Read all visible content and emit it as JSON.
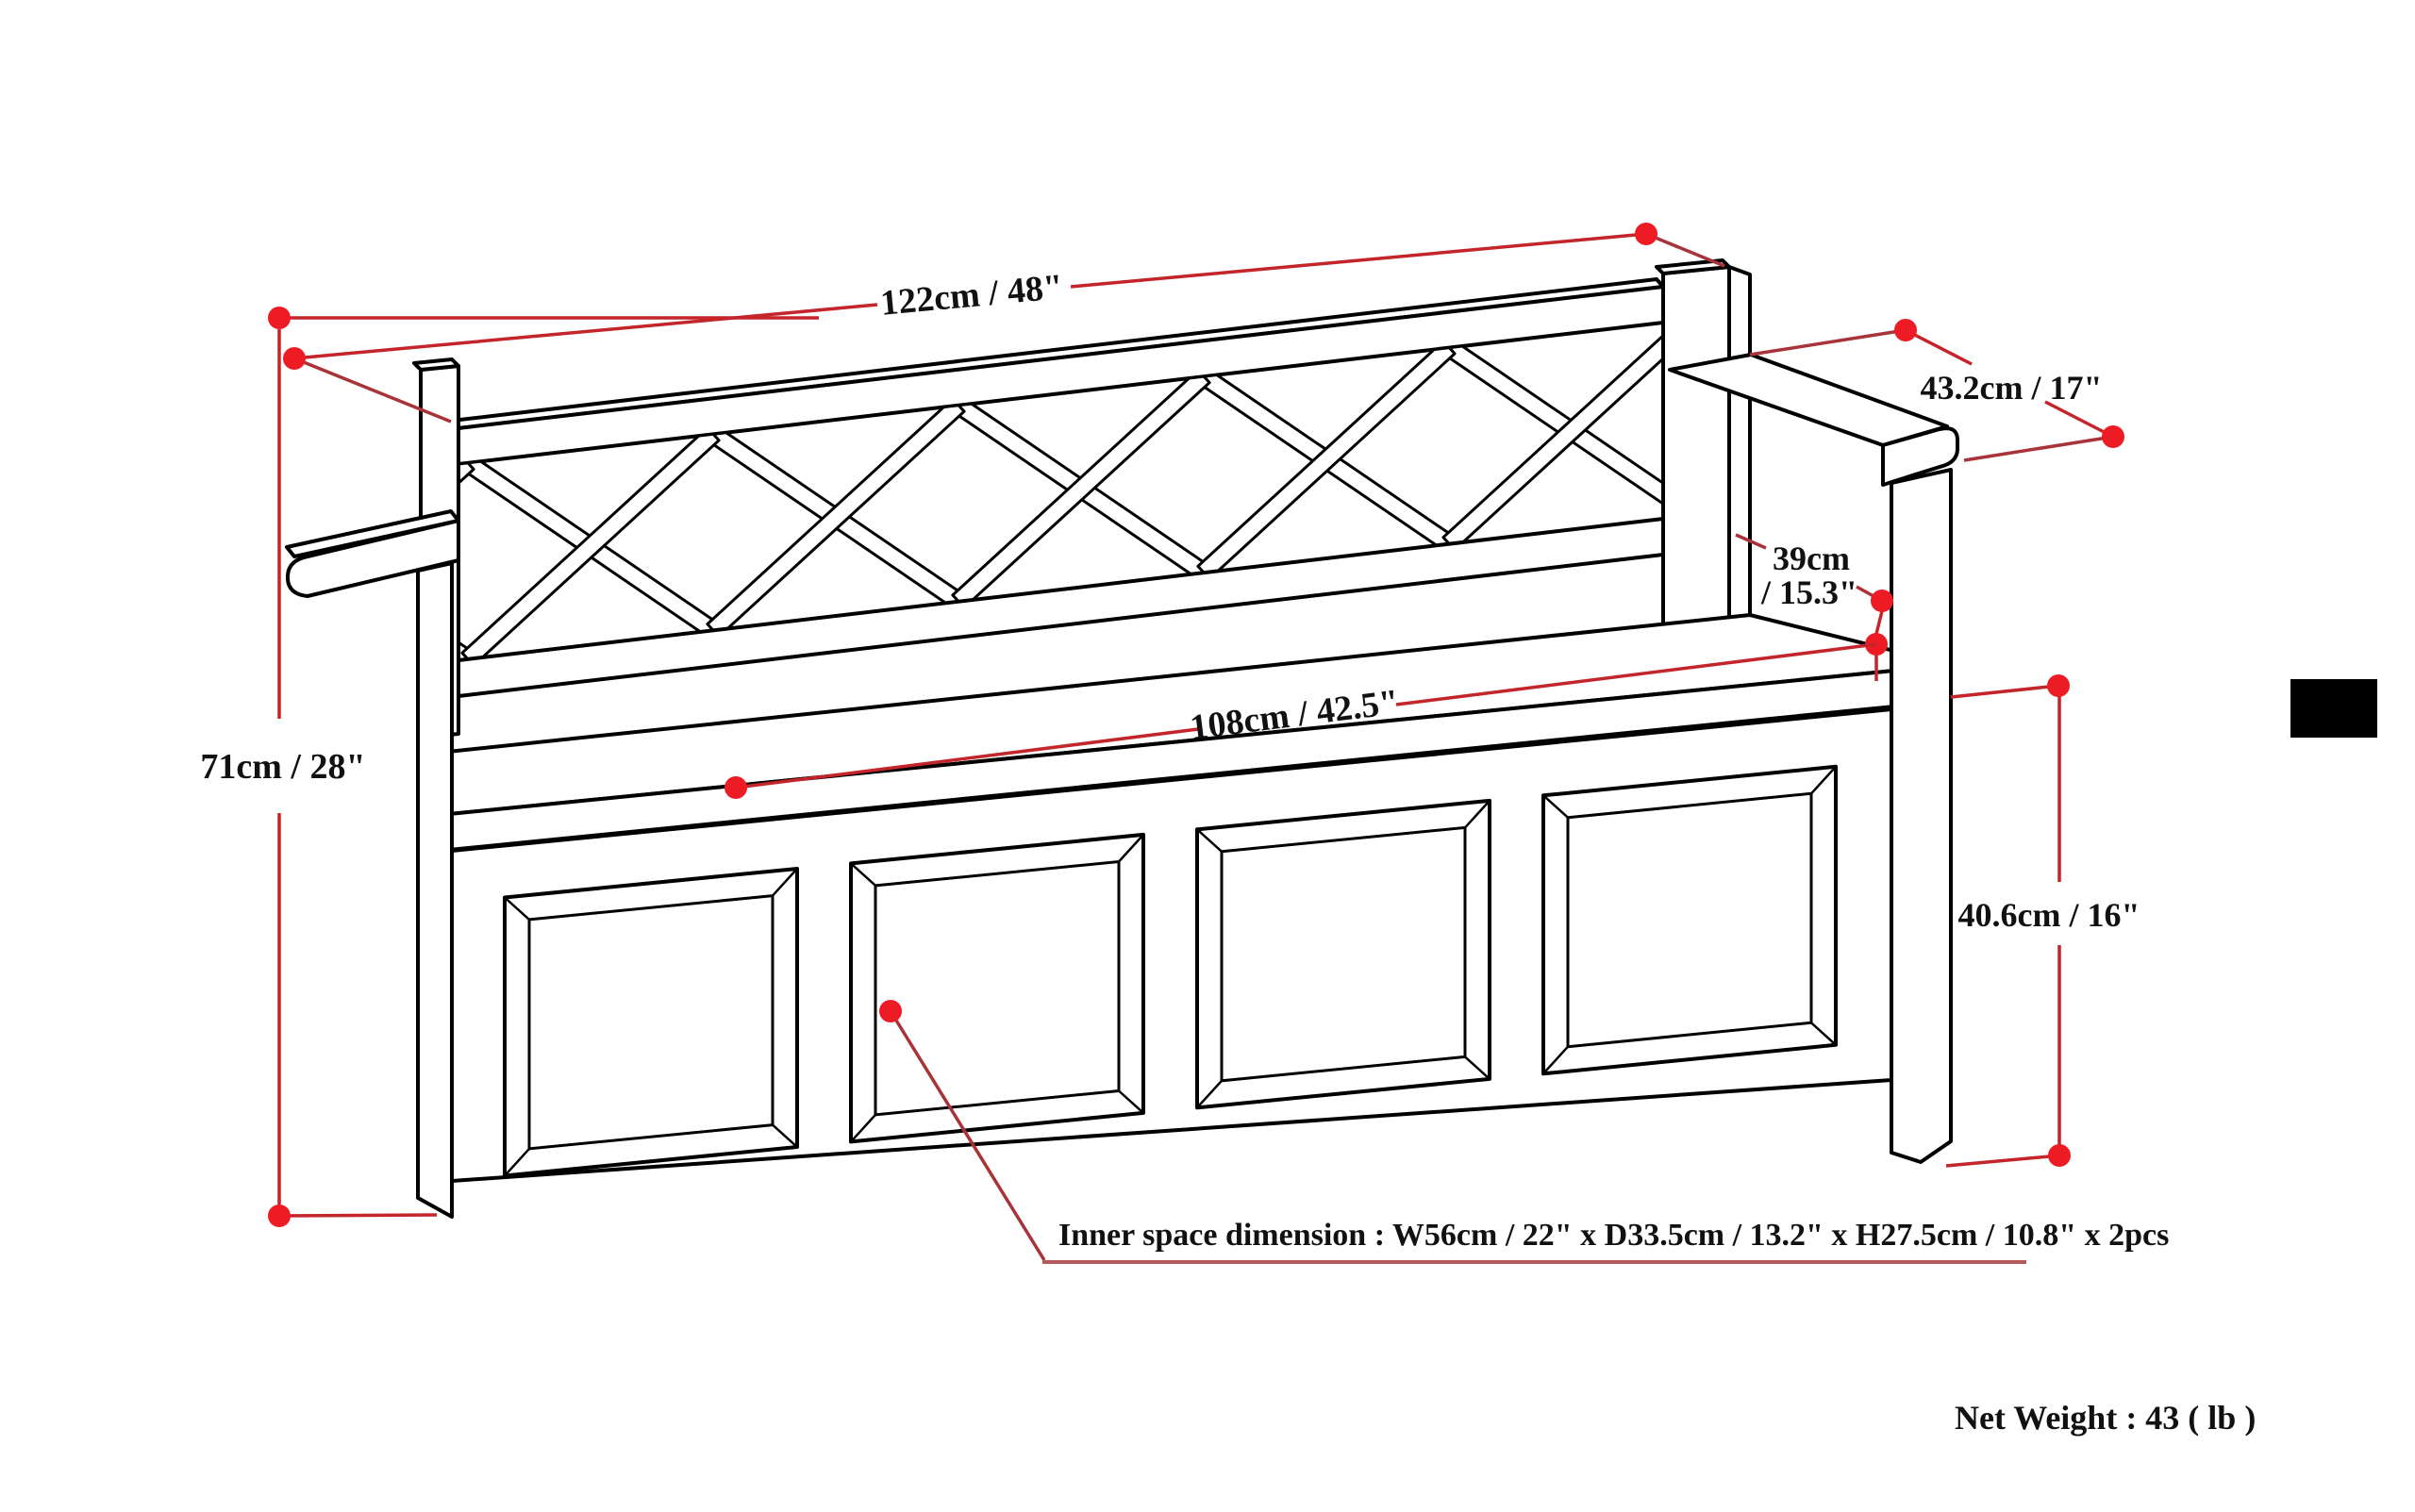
{
  "diagram_title": "Storage bench dimension drawing",
  "colors": {
    "dimension_line": "#c4252b",
    "leader_line": "#a83338",
    "endpoint_dot": "#ed1c24",
    "underline": "#b45a5a",
    "drawing_line": "#000000"
  },
  "dimensions": {
    "overall_width": {
      "label": "122cm / 48\""
    },
    "depth": {
      "label": "43.2cm / 17\""
    },
    "back_height": {
      "line1": "39cm",
      "line2": "/ 15.3\""
    },
    "overall_height": {
      "label": "71cm / 28\""
    },
    "seat_width": {
      "label": "108cm / 42.5\""
    },
    "seat_height": {
      "label": "40.6cm / 16\""
    }
  },
  "notes": {
    "inner_space": "Inner space dimension : W56cm / 22\" x D33.5cm / 13.2\" x H27.5cm / 10.8\" x 2pcs",
    "net_weight": "Net Weight : 43 ( lb )"
  }
}
